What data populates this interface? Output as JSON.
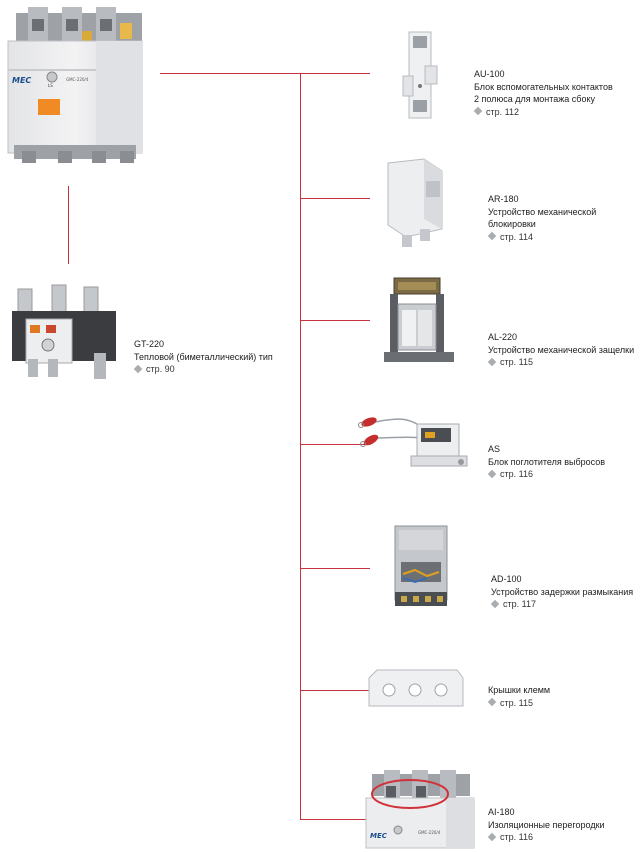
{
  "main_contactor": {
    "brand": "MEC",
    "model": "GMC-220/4",
    "badge": "LS"
  },
  "accessories": [
    {
      "code": "AU-100",
      "lines": [
        "Блок вспомогательных контактов",
        "2 полюса для монтажа сбоку"
      ],
      "page": "стр. 112"
    },
    {
      "code": "AR-180",
      "lines": [
        "Устройство механической",
        "блокировки"
      ],
      "page": "стр. 114"
    },
    {
      "code": "AL-220",
      "lines": [
        "Устройство механической защелки"
      ],
      "page": "стр. 115"
    },
    {
      "code": "AS",
      "lines": [
        "Блок поглотителя выбросов"
      ],
      "page": "стр. 116"
    },
    {
      "code": "AD-100",
      "lines": [
        "Устройство задержки размыкания"
      ],
      "page": "стр. 117"
    },
    {
      "code": "",
      "lines": [
        "Крышки клемм"
      ],
      "page": "стр. 115"
    },
    {
      "code": "AI-180",
      "lines": [
        "Изоляционные перегородки"
      ],
      "page": "стр. 116"
    }
  ],
  "relay": {
    "code": "GT-220",
    "lines": [
      "Тепловой (биметаллический) тип"
    ],
    "page": "стр. 90"
  },
  "colors": {
    "connector": "#c8333f",
    "arrow": "#a9adb0"
  }
}
